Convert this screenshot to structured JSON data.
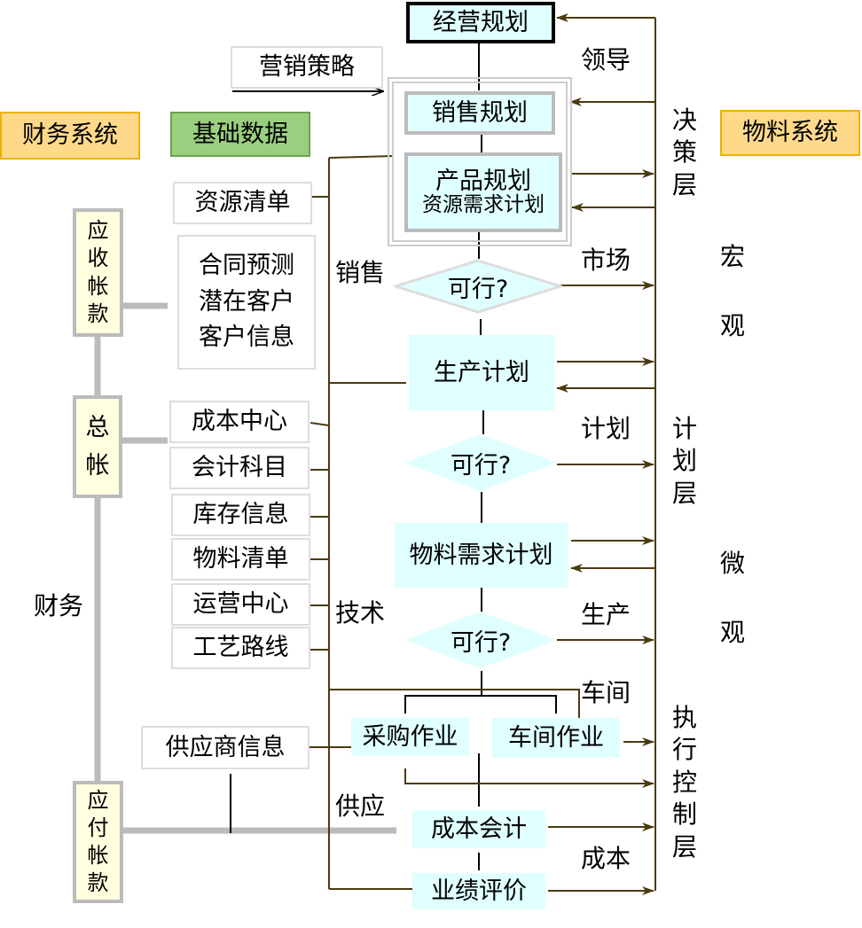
{
  "title": "经营规划",
  "marketing_strategy": "营销策略",
  "systems": {
    "finance": "财务系统",
    "base_data": "基础数据",
    "material": "物料系统"
  },
  "flow": {
    "sales_planning": "销售规划",
    "product_planning": "产品规划",
    "resource_requirements": "资源需求计划",
    "feasible_1": "可行?",
    "production_plan": "生产计划",
    "feasible_2": "可行?",
    "mrp": "物料需求计划",
    "feasible_3": "可行?",
    "purchasing": "采购作业",
    "shop_floor": "车间作业",
    "cost_accounting": "成本会计",
    "performance": "业绩评价"
  },
  "base_items": {
    "bom_resources": "资源清单",
    "contract_lines": [
      "合同预测",
      "潜在客户",
      "客户信息"
    ],
    "cost_center": "成本中心",
    "accounts": "会计科目",
    "inventory": "库存信息",
    "bom": "物料清单",
    "ops_center": "运营中心",
    "routing": "工艺路线",
    "supplier": "供应商信息"
  },
  "finance_items": {
    "receivable": "应收帐款",
    "ledger": "总帐",
    "payable": "应付帐款",
    "finance": "财务"
  },
  "side_labels": {
    "sales": "销售",
    "tech": "技术",
    "supply": "供应"
  },
  "right_labels": {
    "leader": "领导",
    "market": "市场",
    "plan": "计划",
    "production": "生产",
    "workshop": "车间",
    "cost": "成本"
  },
  "layers": {
    "decision": "决策层",
    "planning": "计划层",
    "execution": "执行控制层",
    "macro": [
      "宏",
      "观"
    ],
    "micro": [
      "微",
      "观"
    ]
  },
  "colors": {
    "line": "#4b3a0e",
    "cyan": "#e0ffff",
    "yellow": "#ffffe0",
    "orange": "#ffd98a",
    "green": "#9bcf7f"
  }
}
